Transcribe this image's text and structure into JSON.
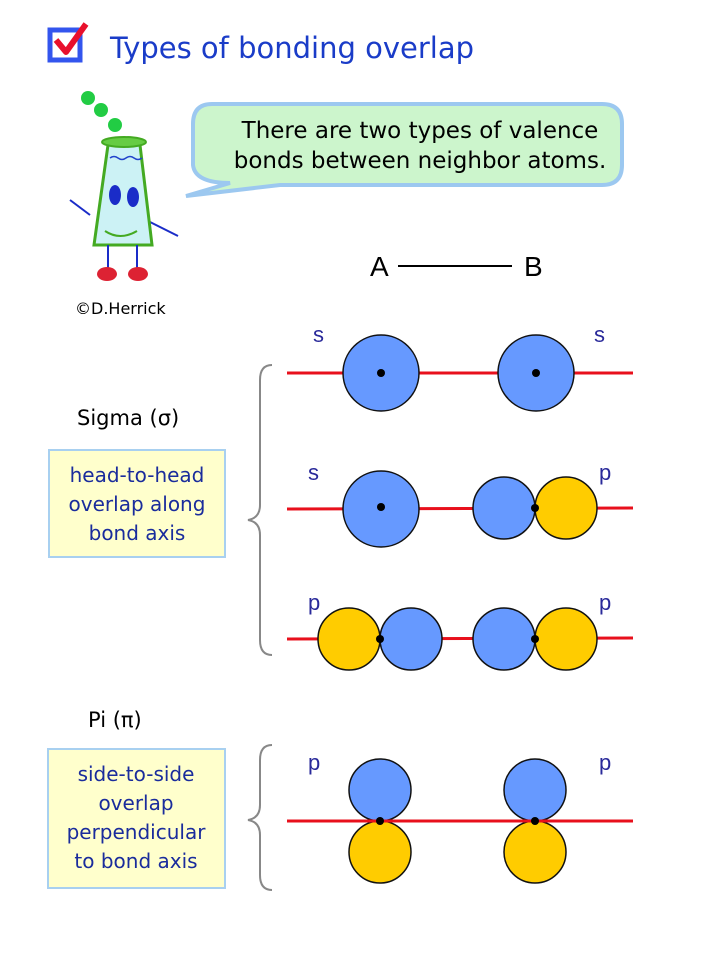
{
  "title": "Types of bonding overlap",
  "speech": [
    "There are two types of valence",
    "bonds between neighbor atoms."
  ],
  "credit": "©D.Herrick",
  "atoms": {
    "a": "A",
    "b": "B"
  },
  "sigma": {
    "heading": "Sigma (σ)",
    "description": [
      "head-to-head",
      "overlap along",
      "bond axis"
    ],
    "rows": [
      {
        "left": "s",
        "right": "s"
      },
      {
        "left": "s",
        "right": "p"
      },
      {
        "left": "p",
        "right": "p"
      }
    ]
  },
  "pi": {
    "heading": "Pi (π)",
    "description": [
      "side-to-side",
      "overlap",
      "perpendicular",
      "to bond axis"
    ],
    "row": {
      "left": "p",
      "right": "p"
    }
  },
  "colors": {
    "title": "#1a3cc8",
    "axis": "#e8101c",
    "lobe_blue": "#6699ff",
    "lobe_yellow": "#ffcc00",
    "bubble": "#ccf5cc",
    "box": "#ffffcc"
  }
}
